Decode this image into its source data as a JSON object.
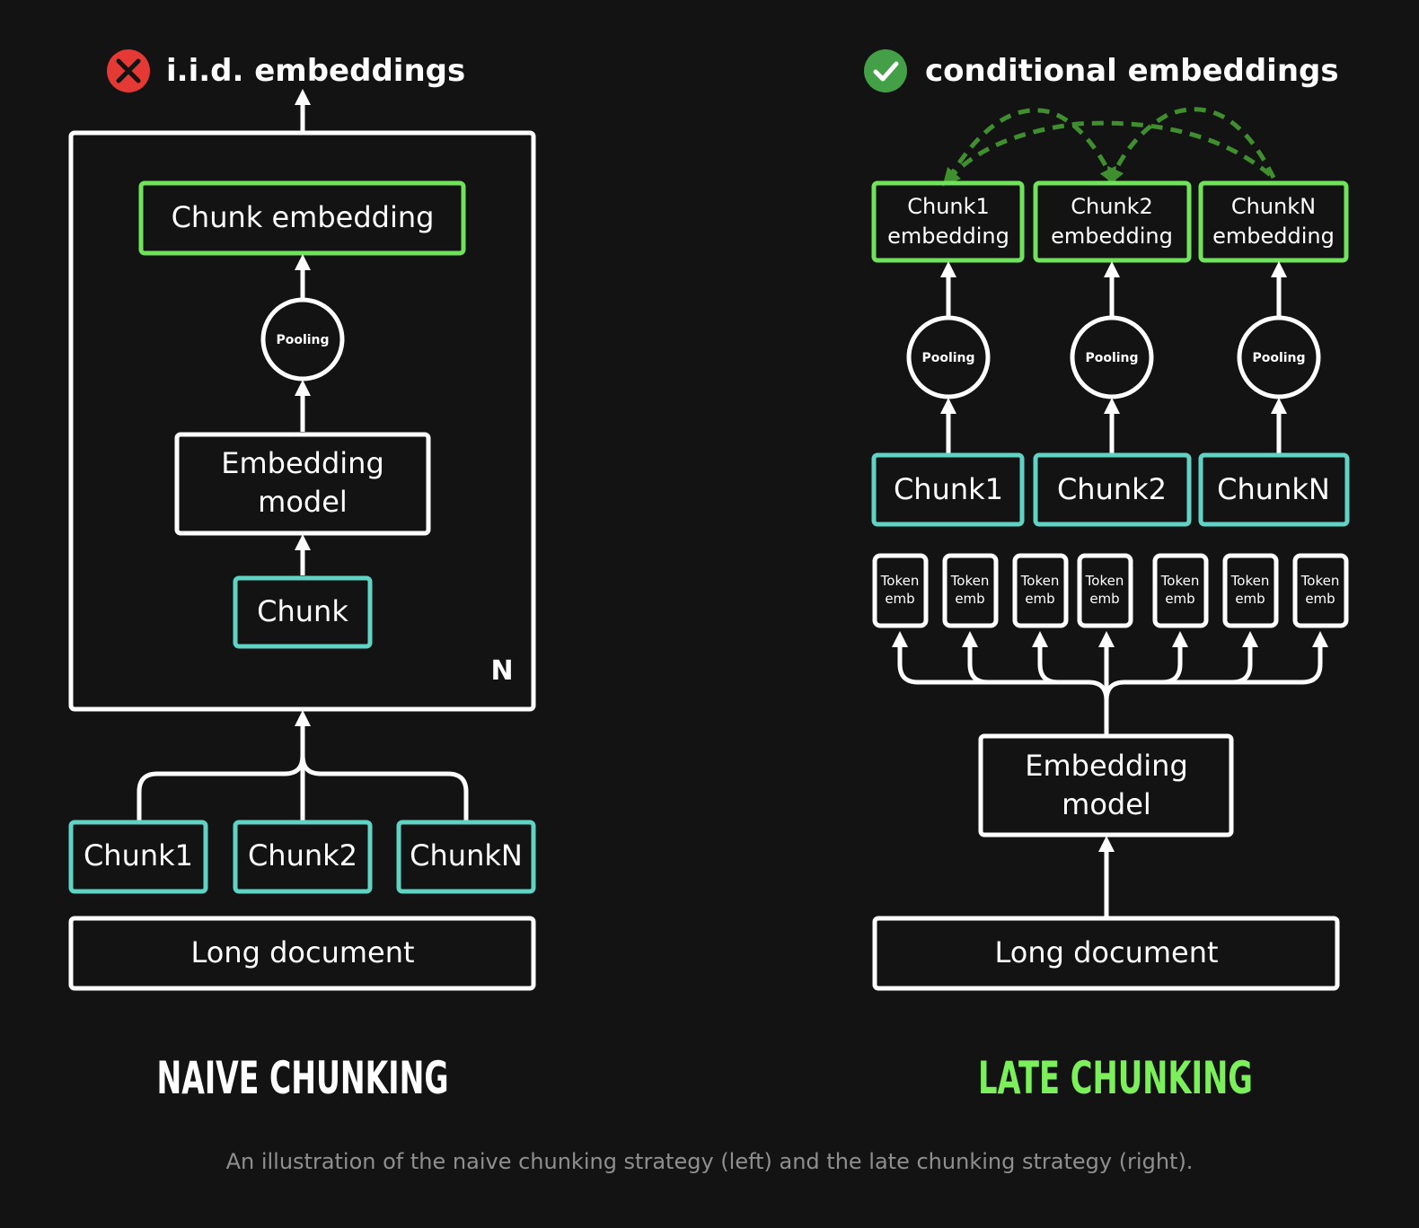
{
  "colors": {
    "background": "#131313",
    "white": "#ffffff",
    "green_box": "#6fe35a",
    "teal_box": "#5fd3c4",
    "late_title": "#7cf05a",
    "dashed_arrow": "#3f8f2e",
    "bad": "#e53935",
    "good": "#43a047",
    "caption": "#8f8f8f"
  },
  "naive": {
    "header_icon": "x-circle-icon",
    "header_label": "i.i.d. embeddings",
    "chunk_embedding": "Chunk embedding",
    "pooling": "Pooling",
    "model_line1": "Embedding",
    "model_line2": "model",
    "chunk": "Chunk",
    "repeat_marker": "N",
    "chunks": [
      "Chunk1",
      "Chunk2",
      "ChunkN"
    ],
    "document": "Long document",
    "title": "NAIVE CHUNKING"
  },
  "late": {
    "header_icon": "check-circle-icon",
    "header_label": "conditional embeddings",
    "embeddings": [
      {
        "line1": "Chunk1",
        "line2": "embedding"
      },
      {
        "line1": "Chunk2",
        "line2": "embedding"
      },
      {
        "line1": "ChunkN",
        "line2": "embedding"
      }
    ],
    "pooling": "Pooling",
    "chunks": [
      "Chunk1",
      "Chunk2",
      "ChunkN"
    ],
    "token_line1": "Token",
    "token_line2": "emb",
    "token_count": 7,
    "model_line1": "Embedding",
    "model_line2": "model",
    "document": "Long document",
    "title": "LATE CHUNKING"
  },
  "caption": "An illustration of the naive chunking strategy (left) and the late chunking strategy (right)."
}
